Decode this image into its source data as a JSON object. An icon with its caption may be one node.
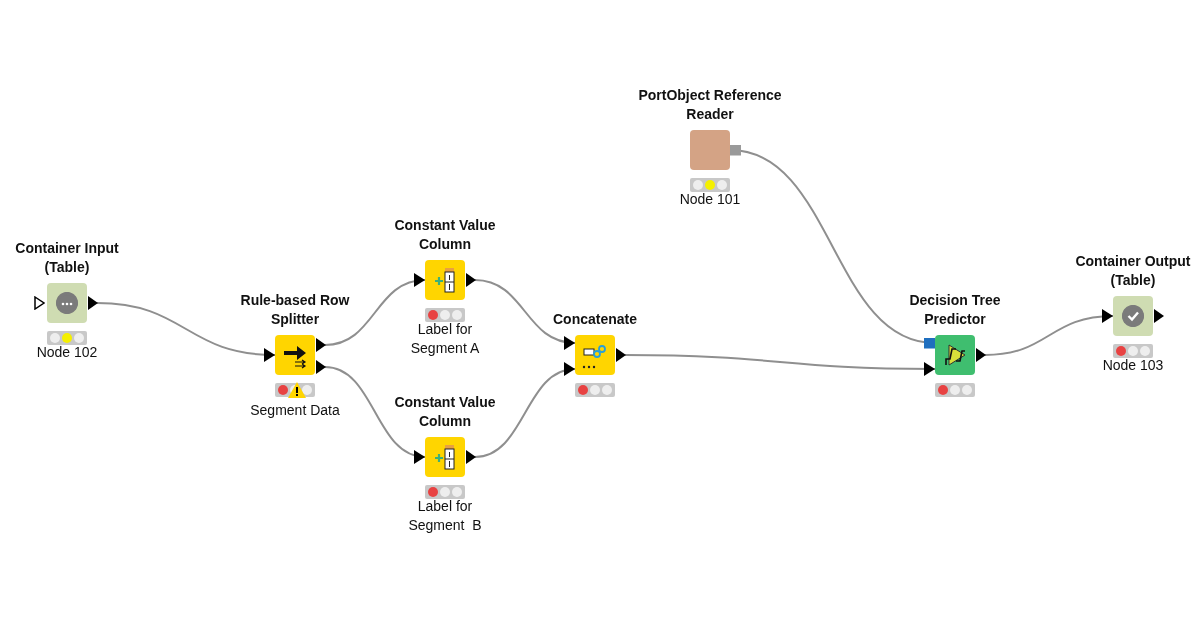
{
  "diagram": {
    "nodes": [
      {
        "text": [
          "Container Input (Table)",
          "Node 102"
        ]
      },
      {
        "text": [
          "Rule-based Row Splitter",
          "Segment Data"
        ]
      },
      {
        "text": [
          "Constant Value Column",
          "Label for Segment A"
        ]
      },
      {
        "text": [
          "Constant Value Column",
          "Label for Segment  B"
        ]
      },
      {
        "text": [
          "Concatenate"
        ]
      },
      {
        "text": [
          "PortObject Reference Reader",
          "Node 101"
        ]
      },
      {
        "text": [
          "Decision Tree Predictor"
        ]
      },
      {
        "text": [
          "Container Output (Table)",
          "Node 103"
        ]
      }
    ],
    "edges": [
      {
        "from": 0,
        "to": 1,
        "arrow": "to"
      },
      {
        "from": 1,
        "to": 2,
        "arrow": "to"
      },
      {
        "from": 1,
        "to": 3,
        "arrow": "to"
      },
      {
        "from": 2,
        "to": 4,
        "arrow": "to"
      },
      {
        "from": 3,
        "to": 4,
        "arrow": "to"
      },
      {
        "from": 4,
        "to": 6,
        "arrow": "to"
      },
      {
        "from": 5,
        "to": 6,
        "arrow": "other"
      },
      {
        "from": 6,
        "to": 7,
        "arrow": "to"
      }
    ]
  }
}
